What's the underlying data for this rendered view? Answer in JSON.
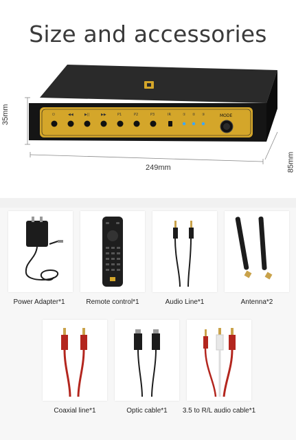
{
  "header": {
    "title": "Size and accessories"
  },
  "device": {
    "height_label": "35mm",
    "width_label": "249mm",
    "depth_label": "85mm",
    "mode_label": "MODE"
  },
  "accessories": [
    {
      "label": "Power Adapter*1",
      "icon": "power-adapter"
    },
    {
      "label": "Remote control*1",
      "icon": "remote-control"
    },
    {
      "label": "Audio Line*1",
      "icon": "audio-line"
    },
    {
      "label": "Antenna*2",
      "icon": "antenna"
    },
    {
      "label": "Coaxial line*1",
      "icon": "coaxial-line"
    },
    {
      "label": "Optic cable*1",
      "icon": "optic-cable"
    },
    {
      "label": "3.5 to R/L audio cable*1",
      "icon": "rca-audio-cable"
    }
  ],
  "colors": {
    "gold": "#d4a62a",
    "device_body": "#1b1b1b",
    "led_blue": "#3aa8ff",
    "cable_red": "#b3261e"
  }
}
